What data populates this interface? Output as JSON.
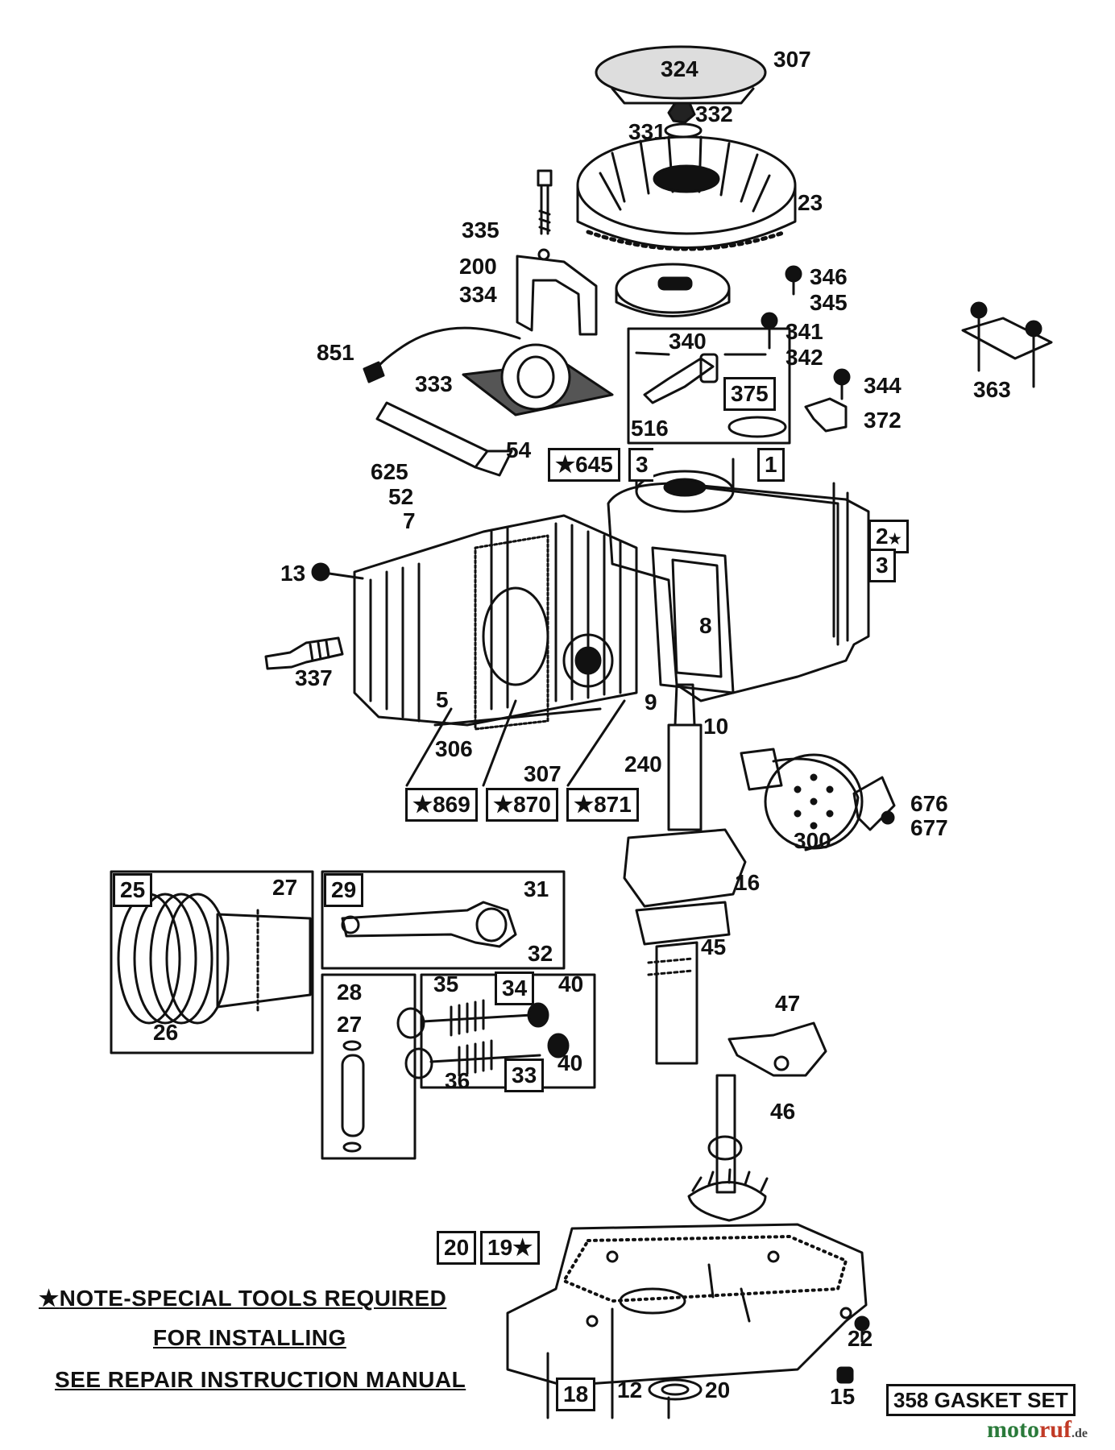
{
  "parts": [
    "324",
    "307",
    "332",
    "331",
    "23",
    "335",
    "200",
    "346",
    "345",
    "334",
    "341",
    "340",
    "342",
    "851",
    "333",
    "375",
    "344",
    "372",
    "363",
    "516",
    "54",
    "645",
    "3",
    "1",
    "625",
    "52",
    "7",
    "2",
    "13",
    "8",
    "337",
    "5",
    "9",
    "10",
    "306",
    "307",
    "240",
    "676",
    "677",
    "869",
    "870",
    "871",
    "300",
    "25",
    "27",
    "29",
    "31",
    "16",
    "32",
    "45",
    "28",
    "35",
    "34",
    "40",
    "26",
    "27",
    "47",
    "33",
    "40",
    "36",
    "46",
    "20",
    "19",
    "22",
    "18",
    "12",
    "20",
    "15",
    "358 GASKET SET"
  ],
  "note": {
    "star": "★",
    "line1": "NOTE-SPECIAL TOOLS REQUIRED",
    "line2": "FOR INSTALLING",
    "line3": "SEE REPAIR INSTRUCTION MANUAL"
  },
  "watermark": {
    "name_a": "moto",
    "name_b": "ruf",
    "tld": ".de"
  },
  "colors": {
    "ink": "#111111",
    "background": "#ffffff",
    "brand_green": "#2a7a3a",
    "brand_red": "#c13a26"
  }
}
